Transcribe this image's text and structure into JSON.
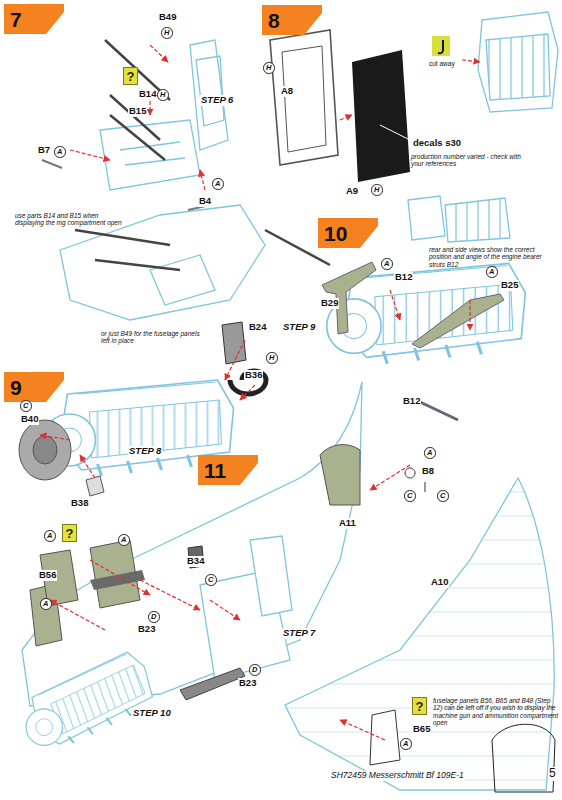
{
  "diagram": {
    "nodes": [
      {
        "text": [
          "7"
        ]
      },
      {
        "text": [
          "H"
        ]
      },
      {
        "text": [
          "?"
        ]
      },
      {
        "text": [
          "H"
        ]
      },
      {
        "text": [
          "A"
        ]
      },
      {
        "text": [
          "A"
        ]
      },
      {
        "text": [
          "8"
        ]
      },
      {
        "text": [
          "H"
        ]
      },
      {
        "text": [
          "H"
        ]
      },
      {
        "text": [
          "H"
        ]
      },
      {
        "text": [
          "9"
        ]
      },
      {
        "text": [
          "C"
        ]
      },
      {
        "text": [
          "10"
        ]
      },
      {
        "text": [
          "A"
        ]
      },
      {
        "text": [
          "A"
        ]
      },
      {
        "text": [
          "11"
        ]
      },
      {
        "text": [
          "A"
        ]
      },
      {
        "text": [
          "?"
        ]
      },
      {
        "text": [
          "A"
        ]
      },
      {
        "text": [
          "A"
        ]
      },
      {
        "text": [
          "C"
        ]
      },
      {
        "text": [
          "C"
        ]
      },
      {
        "text": [
          "C"
        ]
      },
      {
        "text": [
          "A"
        ]
      },
      {
        "text": [
          "D"
        ]
      },
      {
        "text": [
          "D"
        ]
      },
      {
        "text": [
          "?"
        ]
      },
      {
        "text": [
          "A"
        ]
      }
    ],
    "labels": [
      "B49",
      "B14",
      "B15",
      "STEP 6",
      "B7",
      "B4",
      "use parts B14 and B15 when displaying the mg compartment open",
      "or just B49 for the fuselage panels left in place",
      "A8",
      "cut away",
      "decals s30",
      "production number varied - check with your references",
      "A9",
      "B24",
      "B36",
      "B40",
      "STEP 8",
      "B38",
      "B12",
      "B29",
      "rear and side views show the correct position and angle of the engine bearer struts B12",
      "B25",
      "STEP 9",
      "B12",
      "B56",
      "A11",
      "B8",
      "B34",
      "B23",
      "STEP 7",
      "STEP 10",
      "B23",
      "A10",
      "fuselage panels B56, B65 and B48 (Step 12) can be left off if you wish to display the machine gun and ammunition compartment open",
      "B65",
      "SH72459 Messerschmitt Bf 109E-1",
      "5"
    ]
  }
}
